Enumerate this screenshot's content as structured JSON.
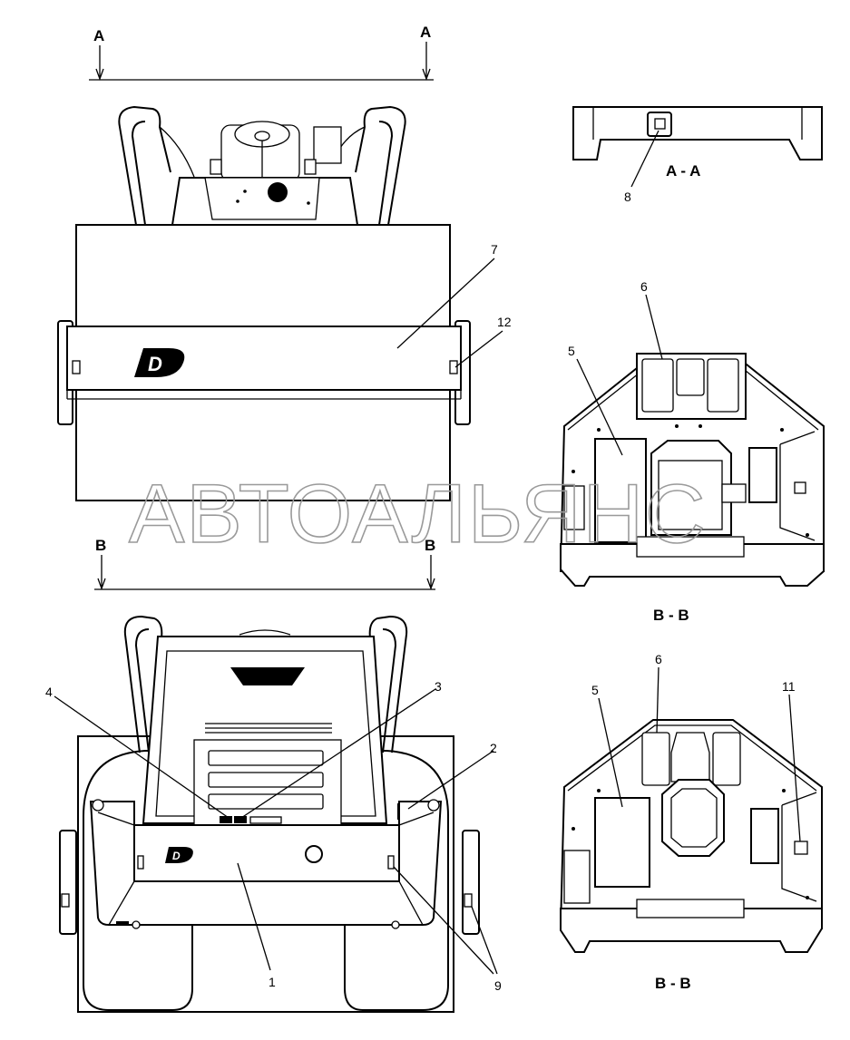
{
  "section_markers": {
    "a_left": "A",
    "a_right": "A",
    "b_left": "B",
    "b_right": "B"
  },
  "section_titles": {
    "aa": "A - A",
    "bb_top": "B - B",
    "bb_bottom": "B - B"
  },
  "brand_letter": "D",
  "watermark": "АВТОАЛЬЯНС",
  "callouts": {
    "c1": "1",
    "c2": "2",
    "c3": "3",
    "c4": "4",
    "c5_top": "5",
    "c5_bottom": "5",
    "c6_top": "6",
    "c6_bottom": "6",
    "c7": "7",
    "c8": "8",
    "c9": "9",
    "c11": "11",
    "c12": "12"
  }
}
